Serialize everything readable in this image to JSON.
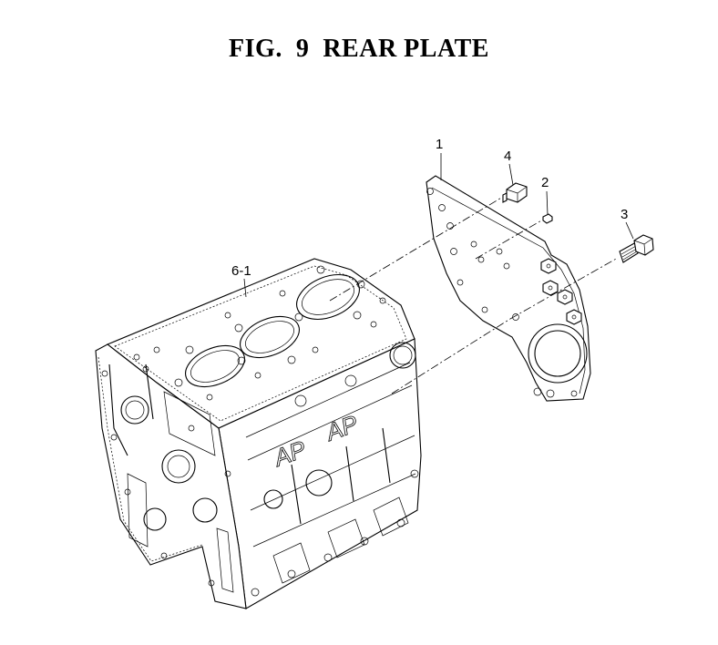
{
  "figure": {
    "title": "FIG.  9  REAR PLATE",
    "watermark_letters": "AP"
  },
  "callouts": {
    "rear_plate": "1",
    "pin": "2",
    "bolt": "3",
    "plug": "4",
    "cylinder_block": "6-1"
  }
}
